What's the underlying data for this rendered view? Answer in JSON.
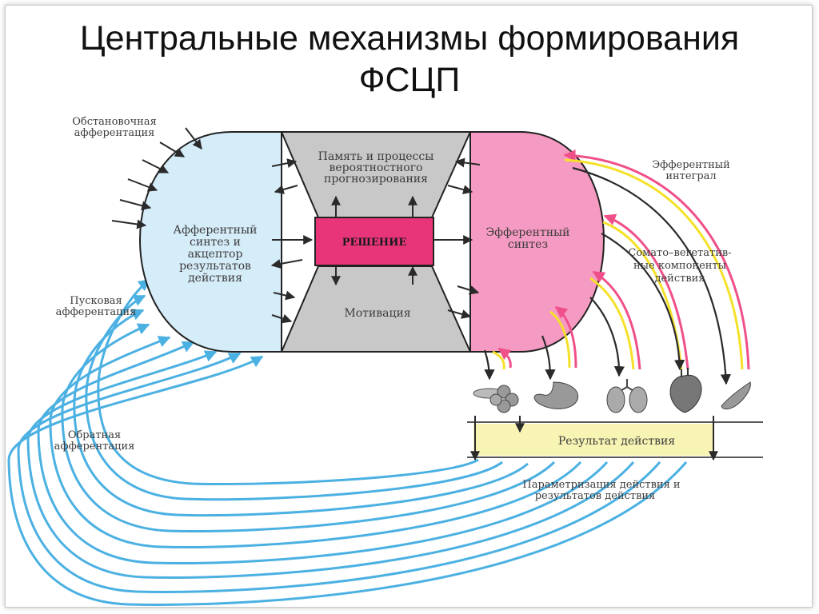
{
  "title": {
    "line1": "Центральные механизмы формирования",
    "line2": "ФСЦП"
  },
  "labels": {
    "situational_afferentation": [
      "Обстановочная",
      "афферентация"
    ],
    "trigger_afferentation": [
      "Пусковая",
      "афферентация"
    ],
    "feedback_afferentation": [
      "Обратная",
      "афферентация"
    ],
    "afferent_synthesis": [
      "Афферентный",
      "синтез и",
      "акцептор",
      "результатов",
      "действия"
    ],
    "memory": [
      "Память и процессы",
      "вероятностного",
      "прогнозирования"
    ],
    "decision": "РЕШЕНИЕ",
    "motivation": "Мотивация",
    "efferent_synthesis": [
      "Эфферентный",
      "синтез"
    ],
    "efferent_integral": [
      "Эфферентный",
      "интеграл"
    ],
    "somato_vegetative": [
      "Сомато–вегетатив-",
      "ные компоненты",
      "действия"
    ],
    "action_result": "Результат  действия",
    "parametrization": [
      "Параметризация действия и",
      "результатов действия"
    ]
  },
  "colors": {
    "afferent_block": "#d5ecf9",
    "center_block": "#c8c8c8",
    "decision_block": "#e8357a",
    "efferent_block": "#f59ac2",
    "result_bar": "#f8f4b4",
    "feedback_arcs": "#4bb0e2",
    "efferent_outer": "#f0508a",
    "efferent_inner": "#f5e12a",
    "arrows": "#2a2a2a"
  },
  "organ_icons": [
    "glands-icon",
    "stomach-icon",
    "lungs-icon",
    "heart-icon",
    "muscle-icon"
  ]
}
